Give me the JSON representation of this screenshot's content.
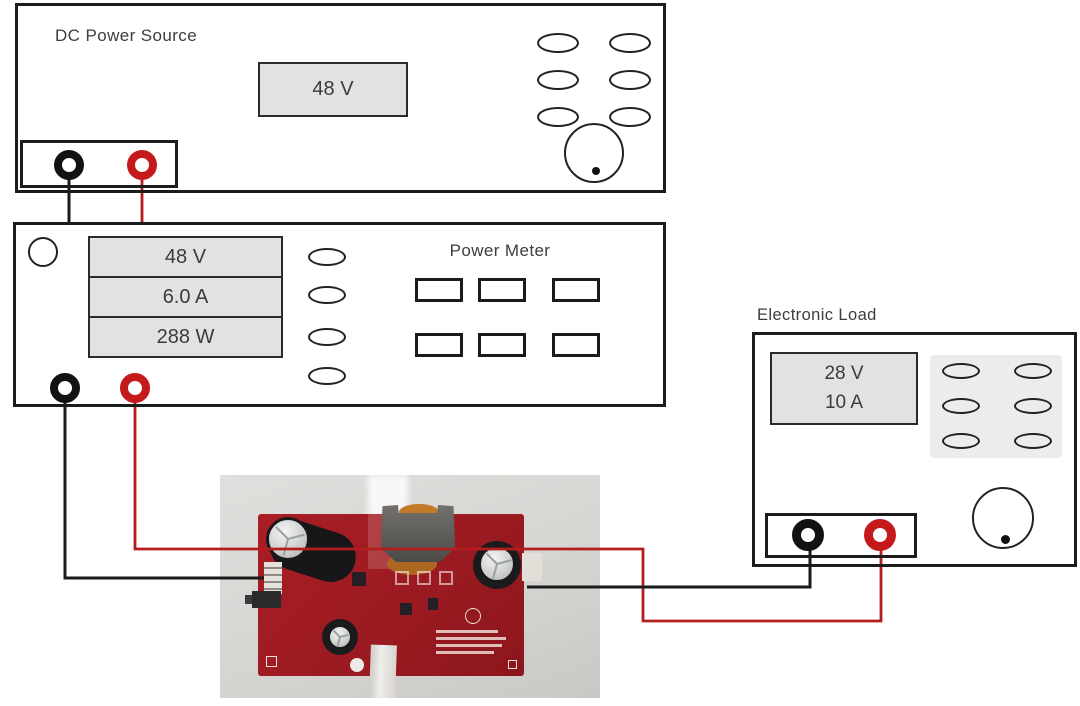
{
  "dc_power_source": {
    "label": "DC Power Source",
    "display_value": "48 V"
  },
  "power_meter": {
    "label": "Power Meter",
    "readings": {
      "voltage": "48 V",
      "current": "6.0 A",
      "power": "288 W"
    }
  },
  "electronic_load": {
    "label": "Electronic Load",
    "display": {
      "voltage": "28 V",
      "current": "10 A"
    }
  },
  "colors": {
    "wire_black": "#1a1a1a",
    "wire_red": "#b51d1d",
    "terminal_red": "#c51a1c",
    "terminal_black": "#121212",
    "display_fill": "#e2e2e2",
    "pcb_red": "#9e1b22",
    "photo_background": "#d6d5d2"
  }
}
